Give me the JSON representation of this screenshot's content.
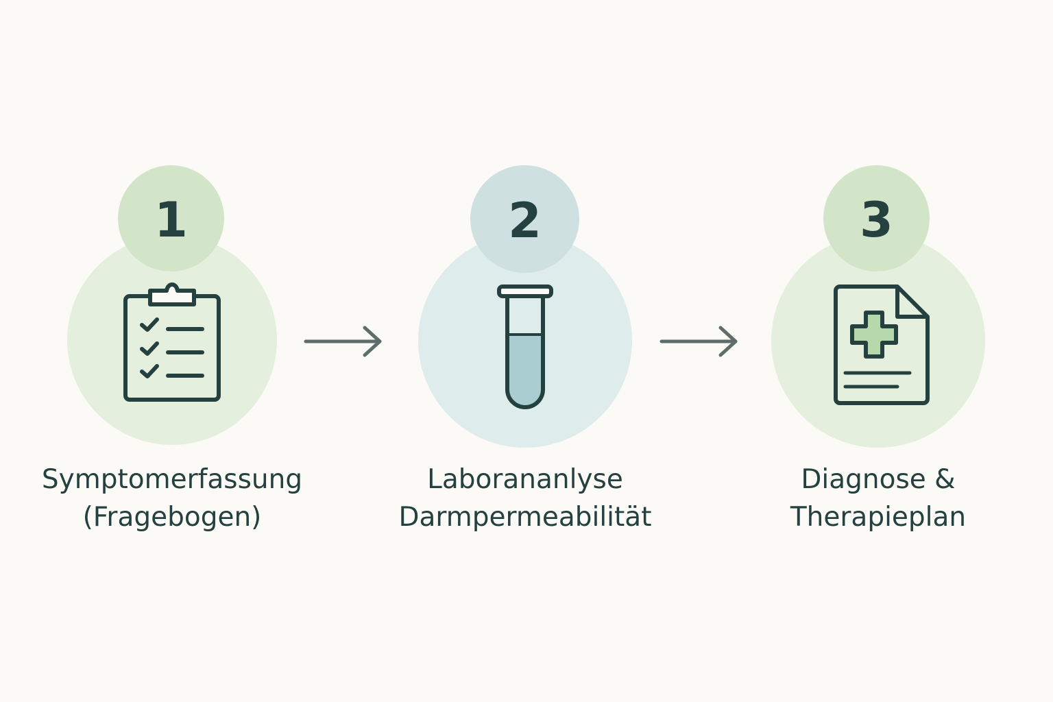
{
  "steps": [
    {
      "number": "1",
      "lines": [
        "Symptomerfassung",
        "(Fragebogen)"
      ],
      "icon": "clipboard-checklist-icon",
      "circle_color": "#e4efdd",
      "badge_color": "#d3e5c9"
    },
    {
      "number": "2",
      "lines": [
        "Laborananlyse",
        "Darmpermeabilität"
      ],
      "icon": "test-tube-icon",
      "circle_color": "#dfecec",
      "badge_color": "#cfe0e1"
    },
    {
      "number": "3",
      "lines": [
        "Diagnose &",
        "Therapieplan"
      ],
      "icon": "medical-document-icon",
      "circle_color": "#e4efdd",
      "badge_color": "#d3e5c9"
    }
  ],
  "colors": {
    "background": "#fbfaf6",
    "text": "#24403f",
    "arrow": "#5e6d6a",
    "icon_stroke": "#24403f",
    "tube_fill": "#a9cdd1",
    "cross_fill": "#b6d9ab"
  }
}
